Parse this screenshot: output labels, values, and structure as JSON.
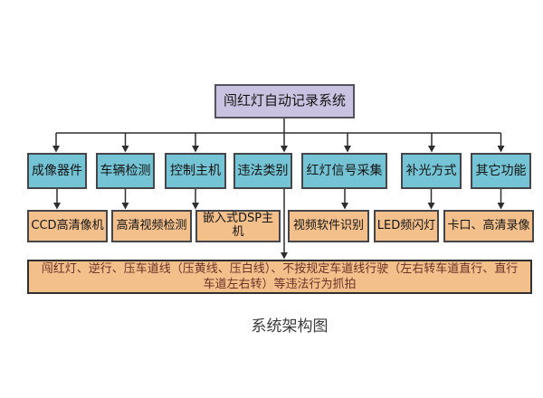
{
  "root": {
    "label": "闯红灯自动记录系统"
  },
  "modules": [
    {
      "label": "成像器件"
    },
    {
      "label": "车辆检测"
    },
    {
      "label": "控制主机"
    },
    {
      "label": "违法类别"
    },
    {
      "label": "红灯信号采集"
    },
    {
      "label": "补光方式"
    },
    {
      "label": "其它功能"
    }
  ],
  "components": [
    {
      "label": "CCD高清像机"
    },
    {
      "label": "高清视频检测"
    },
    {
      "label": "嵌入式DSP主机"
    },
    {
      "label": "视频软件识别"
    },
    {
      "label": "LED频闪灯"
    },
    {
      "label": "卡口、高清录像"
    }
  ],
  "violation_note": {
    "line1": "闯红灯、逆行、压车道线（压黄线、压白线）、不按规定车道线行驶（左右转车道直行、直行",
    "line2": "车道左右转）等违法行为抓拍"
  },
  "caption": "系统架构图",
  "colors": {
    "bg": "#ffffff",
    "purple": "#c9c2e0",
    "teal": "#74c4d5",
    "orange": "#f3c08c",
    "border": "#45454c",
    "border-dark": "#55525e",
    "line": "#2e2e2e",
    "violation-text": "#6b3226"
  }
}
